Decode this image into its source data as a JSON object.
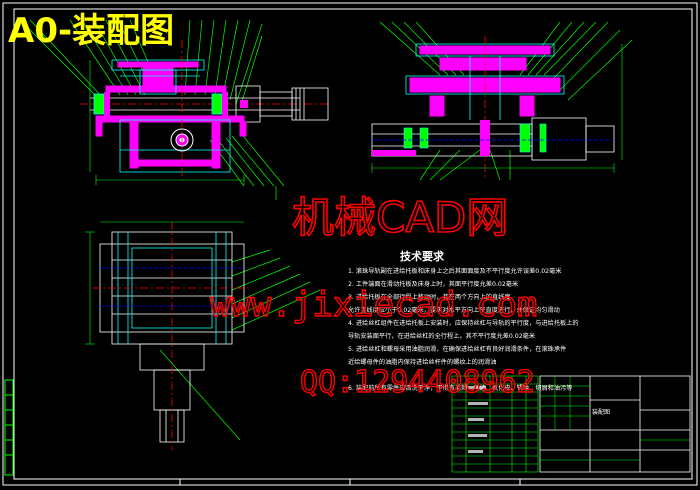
{
  "sheet": {
    "title": "A0-装配图",
    "colors": {
      "background": "#000000",
      "frame": "#ffffff",
      "outline": "#00ffff",
      "part": "#ff00ff",
      "leader": "#00ff00",
      "hidden": "#0000ff",
      "highlight": "#ffff00",
      "dimension": "#ff0000",
      "watermark": "#ff0000",
      "title": "#ffff00"
    }
  },
  "notes": {
    "heading": "技术要求",
    "lines": [
      "1. 滚珠导轨副在进给托板和床身上之后其面面度及不平行度允许误差0.02毫米",
      "2. 工件端面在滑动托板及床身上时，其面平行度允差0.02毫米",
      "3. 进给托板在全部行程上移动时，其在两个方向上的直线度",
      "   允许直线度应小于0.02毫米，要求对水平方向上平直度进行，并保证均匀滑动",
      "4. 进给丝杠组件在进给托板上安装时，应保持丝杠与导轨的平行度，与进给托板上的",
      "   导轨安装面平行，在进给丝杠的全行程上，其不平行度允差0.02毫米",
      "5. 进给丝杠和螺母采用油脂润滑，在确保进给丝杠有良好润滑条件，在滚珠承件",
      "   近给螺母件的油脂内保持进给丝杆件的螺纹上的润滑油",
      "6. 装配前所有零件应清洗干净，不得有毛刺、飞边、氧化皮、锈蚀、切屑和油污等"
    ]
  },
  "watermark": {
    "brand": "机械CAD网",
    "site": "www.jixiecad.com",
    "qq": "QQ:1294408962"
  },
  "title_block": {
    "label": "装配图"
  }
}
